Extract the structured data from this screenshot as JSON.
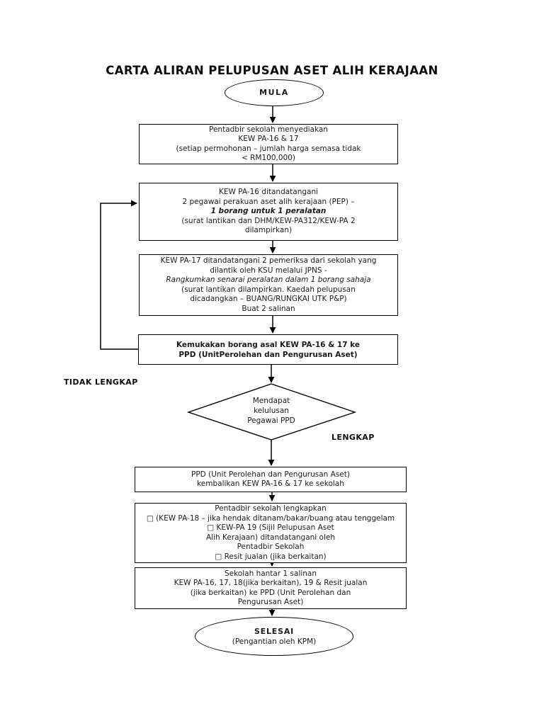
{
  "title": "CARTA ALIRAN PELUPUSAN ASET ALIH KERAJAAN",
  "nodes": {
    "start": {
      "label": "MULA"
    },
    "box1": {
      "lines": [
        "Pentadbir sekolah menyediakan",
        "KEW PA-16 & 17",
        "(setiap permohonan – jumlah harga semasa tidak",
        "< RM100,000)"
      ]
    },
    "box2": {
      "lines": [
        "KEW PA-16 ditandatangani",
        "2 pegawai perakuan aset alih kerajaan (PEP) –",
        "1 borang untuk 1 peralatan",
        "(surat lantikan dan DHM/KEW-PA312/KEW-PA 2",
        "dilampirkan)"
      ]
    },
    "box3": {
      "lines": [
        "KEW PA-17 ditandatangani 2 pemeriksa dari sekolah yang",
        "dilantik oleh KSU melalui JPNS -",
        "Rangkumkan senarai peralatan dalam 1 borang sahaja",
        "(surat lantikan dilampirkan. Kaedah pelupusan",
        "dicadangkan – BUANG/RUNGKAI UTK P&P)",
        "Buat 2 salinan"
      ]
    },
    "box4": {
      "lines": [
        "Kemukakan borang asal KEW PA-16 & 17 ke",
        "PPD (UnitPerolehan dan Pengurusan Aset)"
      ]
    },
    "decision": {
      "lines": [
        "Mendapat",
        "kelulusan",
        "Pegawai PPD"
      ]
    },
    "box5": {
      "lines": [
        "PPD (Unit Perolehan dan Pengurusan Aset)",
        "kembalikan KEW PA-16 & 17 ke sekolah"
      ]
    },
    "box6": {
      "lines": [
        "Pentadbir sekolah lengkapkan",
        "□ (KEW PA-18 – jika hendak ditanam/bakar/buang atau tenggelam",
        "□ KEW-PA 19 (Sijil Pelupusan Aset",
        "Alih Kerajaan) ditandatangani oleh",
        "Pentadbir Sekolah",
        "□ Resit jualan (jika berkaitan)"
      ]
    },
    "box7": {
      "lines": [
        "Sekolah hantar 1 salinan",
        "KEW PA-16, 17, 18(jika berkaitan), 19 & Resit jualan",
        "(jika berkaitan) ke PPD (Unit Perolehan dan",
        "Pengurusan Aset)"
      ]
    },
    "end": {
      "lines": [
        "SELESAI",
        "(Pengantian oleh KPM)"
      ]
    }
  },
  "labels": {
    "no": "TIDAK LENGKAP",
    "yes": "LENGKAP"
  },
  "colors": {
    "line": "#000000",
    "background": "#ffffff",
    "text": "#1a1a1a"
  }
}
